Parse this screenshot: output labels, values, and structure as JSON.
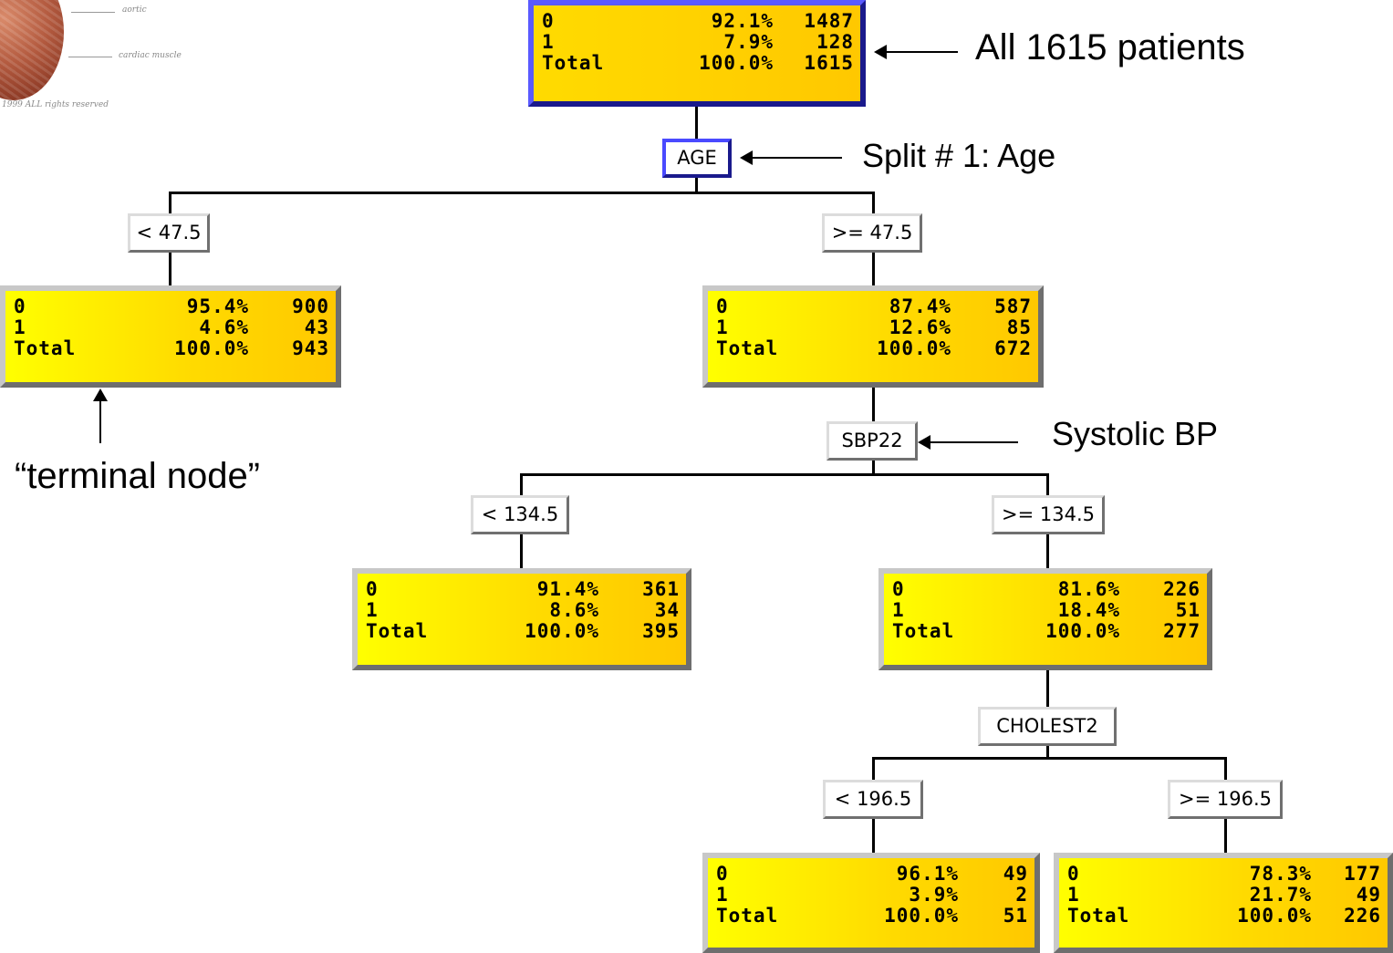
{
  "root": {
    "rows": [
      [
        "0",
        "92.1%",
        "1487"
      ],
      [
        "1",
        "7.9%",
        "128"
      ],
      [
        "Total",
        "100.0%",
        "1615"
      ]
    ]
  },
  "root_annotation": "All 1615 patients",
  "split1": {
    "label": "AGE",
    "annotation": "Split # 1: Age",
    "left_cond": "< 47.5",
    "right_cond": ">= 47.5"
  },
  "node_age_low": {
    "rows": [
      [
        "0",
        "95.4%",
        "900"
      ],
      [
        "1",
        "4.6%",
        "43"
      ],
      [
        "Total",
        "100.0%",
        "943"
      ]
    ],
    "annotation": "“terminal node”"
  },
  "node_age_high": {
    "rows": [
      [
        "0",
        "87.4%",
        "587"
      ],
      [
        "1",
        "12.6%",
        "85"
      ],
      [
        "Total",
        "100.0%",
        "672"
      ]
    ]
  },
  "split2": {
    "label": "SBP22",
    "annotation": "Systolic BP",
    "left_cond": "< 134.5",
    "right_cond": ">= 134.5"
  },
  "node_sbp_low": {
    "rows": [
      [
        "0",
        "91.4%",
        "361"
      ],
      [
        "1",
        "8.6%",
        "34"
      ],
      [
        "Total",
        "100.0%",
        "395"
      ]
    ]
  },
  "node_sbp_high": {
    "rows": [
      [
        "0",
        "81.6%",
        "226"
      ],
      [
        "1",
        "18.4%",
        "51"
      ],
      [
        "Total",
        "100.0%",
        "277"
      ]
    ]
  },
  "split3": {
    "label": "CHOLEST2",
    "left_cond": "< 196.5",
    "right_cond": ">= 196.5"
  },
  "node_chol_low": {
    "rows": [
      [
        "0",
        "96.1%",
        "49"
      ],
      [
        "1",
        "3.9%",
        "2"
      ],
      [
        "Total",
        "100.0%",
        "51"
      ]
    ]
  },
  "node_chol_high": {
    "rows": [
      [
        "0",
        "78.3%",
        "177"
      ],
      [
        "1",
        "21.7%",
        "49"
      ],
      [
        "Total",
        "100.0%",
        "226"
      ]
    ]
  },
  "image_fragment": {
    "caption_1": "aortic",
    "caption_2": "cardiac muscle",
    "caption_3": "1999 ALL rights reserved"
  },
  "colors": {
    "node_yellow": "#ffff00",
    "node_gold": "#ffc800",
    "border_blue": "#3a3ad0",
    "border_gray": "#8c8c8c"
  }
}
